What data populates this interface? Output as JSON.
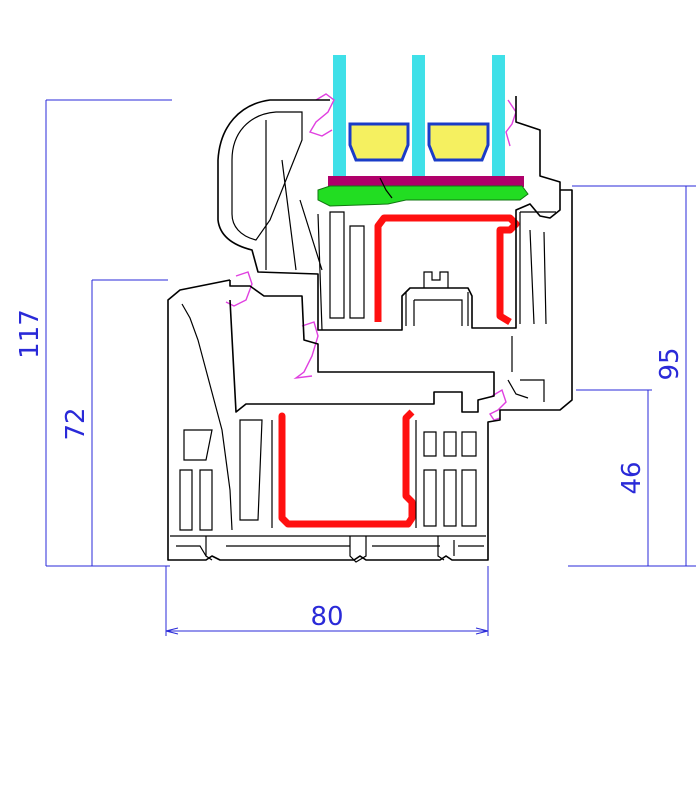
{
  "dimensions": {
    "overall_height": "117",
    "sash_height": "95",
    "frame_height": "72",
    "lower_height": "46",
    "depth": "80"
  },
  "colors": {
    "dimension": "#2a2ad8",
    "glass": "#3fe0e8",
    "spacer": "#f5f060",
    "spacer_border": "#1a3cc8",
    "steel": "#ff1010",
    "gasket": "#e040e0",
    "glazing_bead_seal": "#22dd22",
    "setting_block": "#b0006a",
    "profile": "#000000"
  }
}
